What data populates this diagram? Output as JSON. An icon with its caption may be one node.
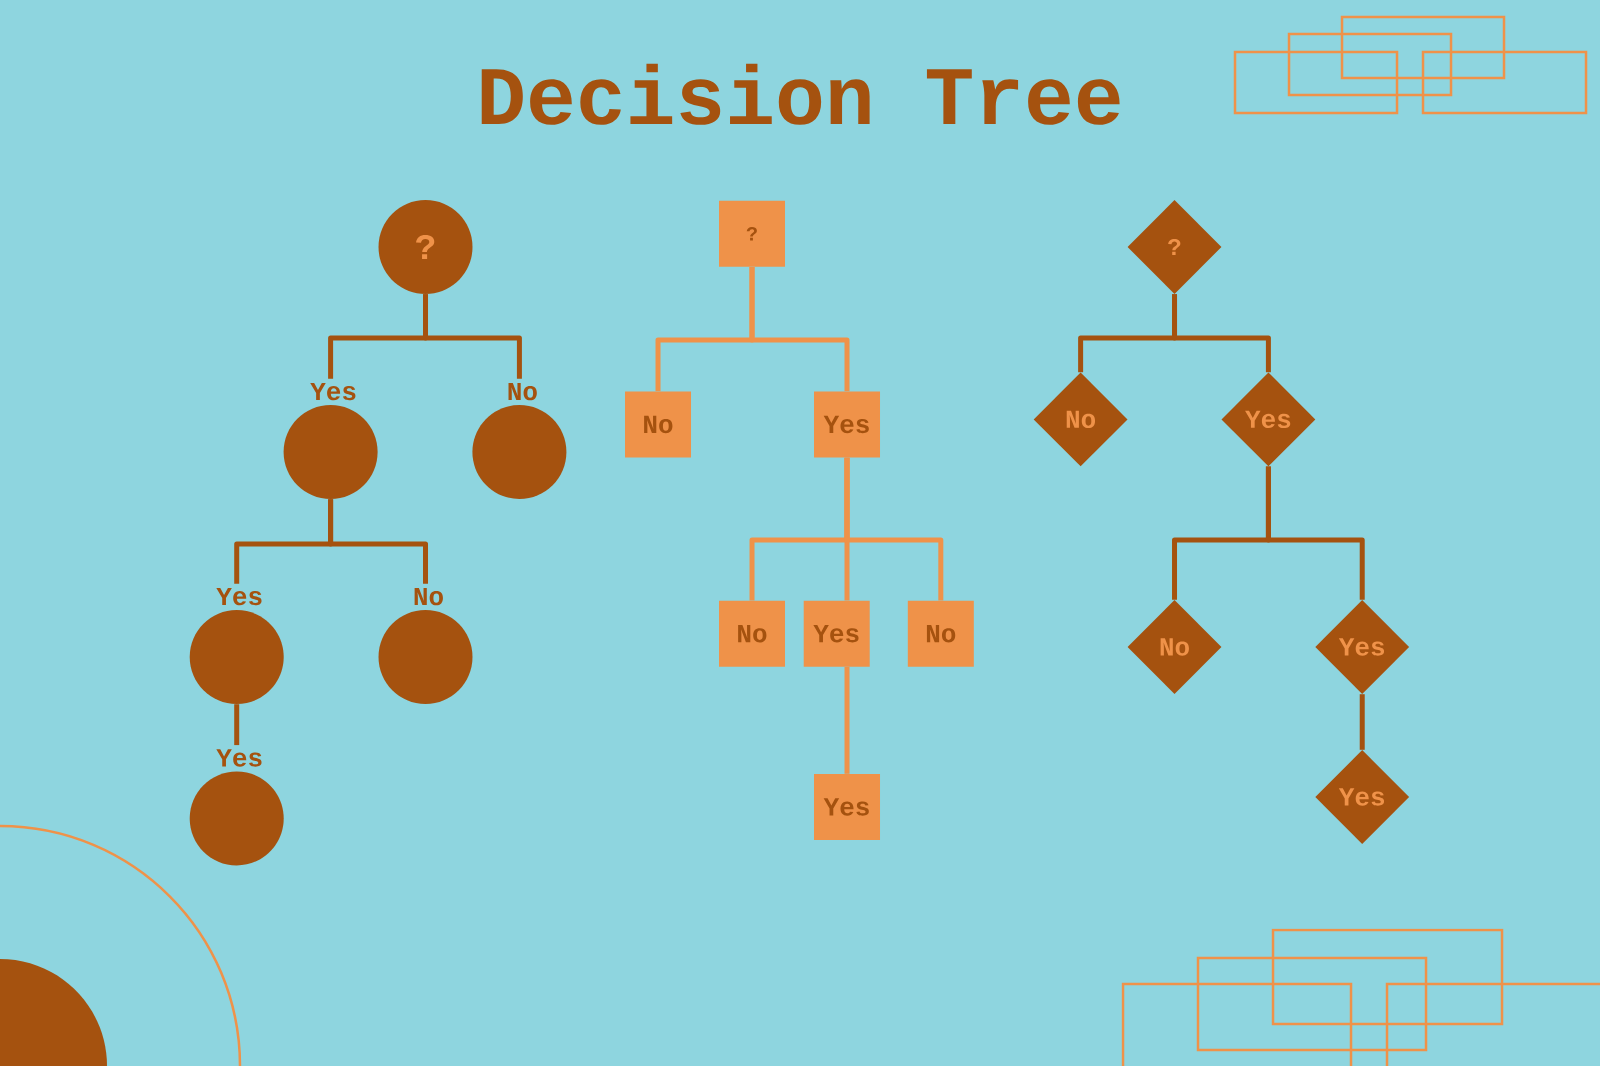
{
  "diagram": {
    "title": "Decision Tree",
    "nodes": [
      {
        "text": [
          "?"
        ]
      },
      {
        "text": [
          "Yes"
        ]
      },
      {
        "text": [
          "No"
        ]
      },
      {
        "text": [
          "Yes"
        ]
      },
      {
        "text": [
          "No"
        ]
      },
      {
        "text": [
          "Yes"
        ]
      },
      {
        "text": [
          "?"
        ]
      },
      {
        "text": [
          "No"
        ]
      },
      {
        "text": [
          "Yes"
        ]
      },
      {
        "text": [
          "No"
        ]
      },
      {
        "text": [
          "Yes"
        ]
      },
      {
        "text": [
          "No"
        ]
      },
      {
        "text": [
          "Yes"
        ]
      },
      {
        "text": [
          "?"
        ]
      },
      {
        "text": [
          "No"
        ]
      },
      {
        "text": [
          "Yes"
        ]
      },
      {
        "text": [
          "No"
        ]
      },
      {
        "text": [
          "Yes"
        ]
      },
      {
        "text": [
          "Yes"
        ]
      }
    ],
    "edges": [
      {
        "from": 0,
        "to": 1,
        "arrow": "none"
      },
      {
        "from": 0,
        "to": 2,
        "arrow": "none"
      },
      {
        "from": 1,
        "to": 3,
        "arrow": "none"
      },
      {
        "from": 1,
        "to": 4,
        "arrow": "none"
      },
      {
        "from": 3,
        "to": 5,
        "arrow": "none"
      },
      {
        "from": 6,
        "to": 7,
        "arrow": "none",
        "color": "#ef9249"
      },
      {
        "from": 6,
        "to": 8,
        "arrow": "none",
        "color": "#ef9249"
      },
      {
        "from": 8,
        "to": 9,
        "arrow": "none",
        "color": "#ef9249"
      },
      {
        "from": 8,
        "to": 10,
        "arrow": "none",
        "color": "#ef9249"
      },
      {
        "from": 8,
        "to": 11,
        "arrow": "none",
        "color": "#ef9249"
      },
      {
        "from": 10,
        "to": 12,
        "arrow": "none",
        "color": "#ef9249"
      },
      {
        "from": 13,
        "to": 14,
        "arrow": "none"
      },
      {
        "from": 13,
        "to": 15,
        "arrow": "none"
      },
      {
        "from": 15,
        "to": 16,
        "arrow": "none"
      },
      {
        "from": 15,
        "to": 17,
        "arrow": "none"
      },
      {
        "from": 17,
        "to": 18,
        "arrow": "none"
      }
    ]
  }
}
